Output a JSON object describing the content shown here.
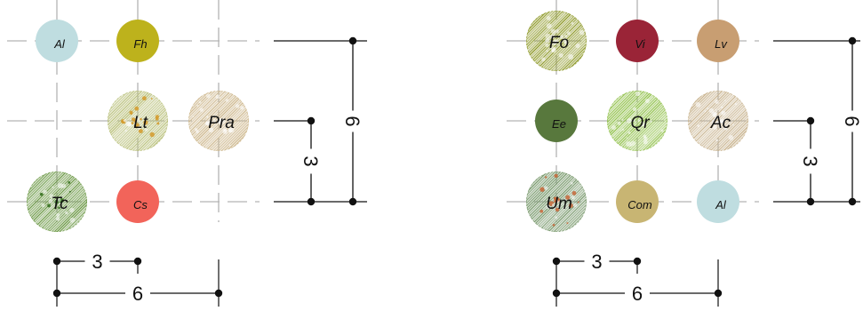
{
  "colors": {
    "grid": "#b4b4b4",
    "dimension": "#111111",
    "label": "#111111"
  },
  "left_plan": {
    "plants": [
      {
        "code": "Al",
        "style": "solid",
        "color": "#bfdde0"
      },
      {
        "code": "Fh",
        "style": "solid",
        "color": "#bdb21c"
      },
      {
        "code": "Lt",
        "style": "canopy",
        "color": "#b9c07a",
        "accent": "#d39a2c"
      },
      {
        "code": "Pra",
        "style": "canopy",
        "color": "#cfb98f"
      },
      {
        "code": "Tc",
        "style": "canopy",
        "color": "#6e9a48",
        "accent": "#2f6b1a"
      },
      {
        "code": "Cs",
        "style": "solid",
        "color": "#f2645a"
      }
    ],
    "spacing_small": "3",
    "spacing_large": "6"
  },
  "right_plan": {
    "plants": [
      {
        "code": "Fo",
        "style": "canopy",
        "color": "#8f9a2a"
      },
      {
        "code": "Vi",
        "style": "solid",
        "color": "#9a2437"
      },
      {
        "code": "Lv",
        "style": "solid",
        "color": "#c89e72"
      },
      {
        "code": "Ee",
        "style": "solid",
        "color": "#58783d"
      },
      {
        "code": "Qr",
        "style": "canopy",
        "color": "#93c24e"
      },
      {
        "code": "Ac",
        "style": "canopy",
        "color": "#c9b48f"
      },
      {
        "code": "Um",
        "style": "canopy",
        "color": "#7a9a6e",
        "accent": "#c7673a"
      },
      {
        "code": "Com",
        "style": "solid",
        "color": "#c8b573"
      },
      {
        "code": "Al",
        "style": "solid",
        "color": "#bfdde0"
      }
    ],
    "spacing_small": "3",
    "spacing_large": "6"
  }
}
